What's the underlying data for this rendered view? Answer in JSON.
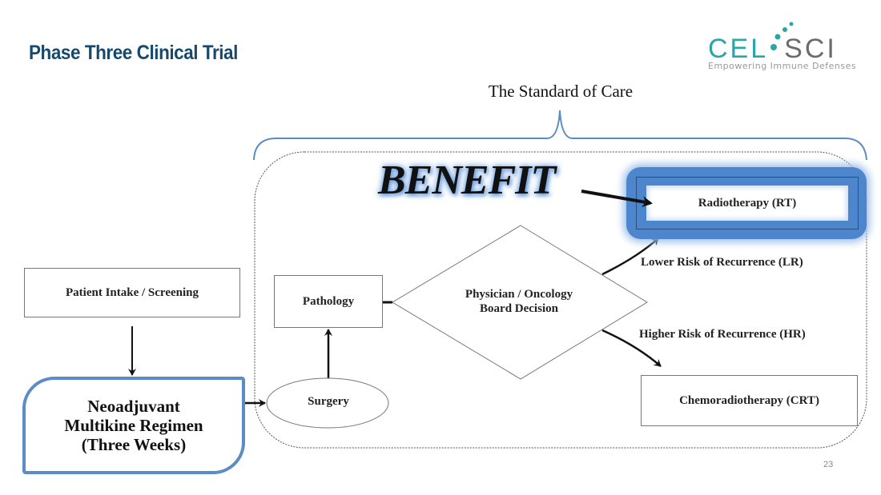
{
  "slide": {
    "title": "Phase Three Clinical Trial",
    "page_number": "23"
  },
  "logo": {
    "word_left": "CEL",
    "word_right": "SCI",
    "tagline": "Empowering Immune Defenses",
    "colors": {
      "left": "#2aa6a8",
      "right": "#6b6b6b"
    }
  },
  "diagram": {
    "bracket_label": "The Standard of Care",
    "callout": "BENEFIT",
    "nodes": {
      "intake": "Patient Intake / Screening",
      "neoadjuvant": [
        "Neoadjuvant",
        "Multikine Regimen",
        "(Three Weeks)"
      ],
      "surgery": "Surgery",
      "pathology": "Pathology",
      "decision": [
        "Physician / Oncology",
        "Board Decision"
      ],
      "radiotherapy": "Radiotherapy (RT)",
      "chemoradiotherapy": "Chemoradiotherapy (CRT)"
    },
    "edge_labels": {
      "lower_risk": "Lower Risk of Recurrence (LR)",
      "higher_risk": "Higher Risk of Recurrence (HR)"
    },
    "colors": {
      "highlight": "#4e86cd",
      "bracket": "#5b8cc6",
      "title": "#17496e"
    }
  }
}
